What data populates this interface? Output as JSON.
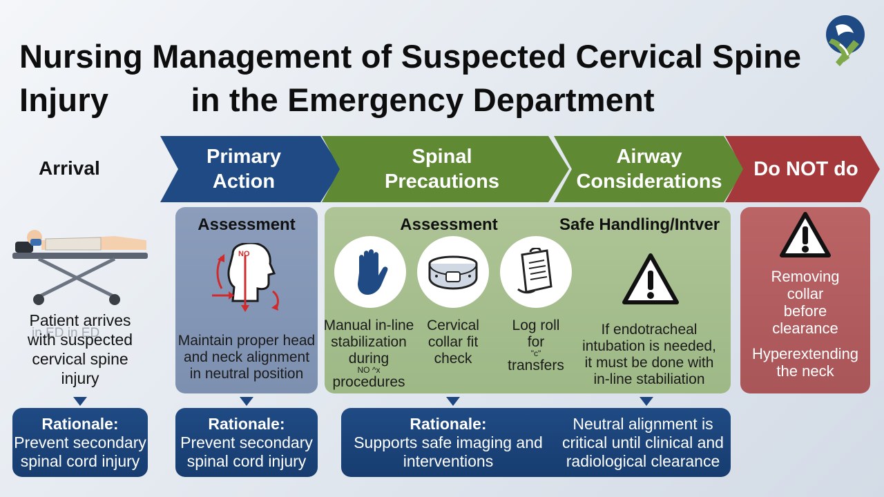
{
  "title": {
    "line1": "Nursing Management of Suspected Cervical Spine",
    "line2": "Injury         in the Emergency Department"
  },
  "logo": {
    "icon": "spine-logo-icon",
    "colors": [
      "#1f4a83",
      "#7ea84a"
    ]
  },
  "stages": [
    {
      "label": "Arrival"
    },
    {
      "label_line1": "Primary",
      "label_line2": "Action",
      "color": "#1f4a83"
    },
    {
      "label_line1": "Spinal",
      "label_line2": "Precautions",
      "color": "#5f8a33"
    },
    {
      "label_line1": "Airway",
      "label_line2": "Considerations",
      "color": "#5f8a33"
    },
    {
      "label": "Do NOT do",
      "color": "#a5383a"
    }
  ],
  "arrival": {
    "icon": "patient-on-stretcher-icon",
    "text": [
      "Patient arrives",
      "with suspected",
      "cervical spine",
      "injury"
    ],
    "overlay_text": "in ED in ED"
  },
  "primary": {
    "heading": "Assessment",
    "icon": "head-alignment-icon",
    "icon_label": "NO",
    "text": [
      "Maintain proper head",
      "and neck alignment",
      "in neutral position"
    ]
  },
  "spinal": {
    "heading": "Assessment",
    "items": [
      {
        "icon": "hand-stop-icon",
        "text": [
          "Manual in-line",
          "stabilization",
          "during"
        ],
        "small": "NO ^x",
        "tail": "procedures"
      },
      {
        "icon": "cervical-collar-icon",
        "text": [
          "Cervical",
          "collar fit",
          "check"
        ]
      },
      {
        "icon": "clipboard-icon",
        "text": [
          "Log roll",
          "for"
        ],
        "small": "\"c\"",
        "tail": "transfers"
      }
    ]
  },
  "airway": {
    "heading": "Safe Handling/Intver",
    "icon": "warning-icon",
    "text": [
      "If endotracheal",
      "intubation is needed,",
      "it must be done with",
      "in-line stabiliation"
    ]
  },
  "donot": {
    "icon": "warning-icon",
    "items": [
      [
        "Removing",
        "collar",
        "before",
        "clearance"
      ],
      [
        "Hyperextending",
        "the neck"
      ]
    ]
  },
  "rationales": [
    {
      "title": "Rationale:",
      "lines": [
        "Prevent secondary",
        "spinal cord injury"
      ]
    },
    {
      "title": "Rationale:",
      "lines": [
        "Prevent secondary",
        "spinal cord injury"
      ]
    },
    {
      "title": "Rationale:",
      "lines": [
        "Supports safe imaging and",
        "interventions"
      ]
    },
    {
      "lines": [
        "Neutral alignment is",
        "critical until clinical and",
        "radiological clearance"
      ]
    }
  ]
}
